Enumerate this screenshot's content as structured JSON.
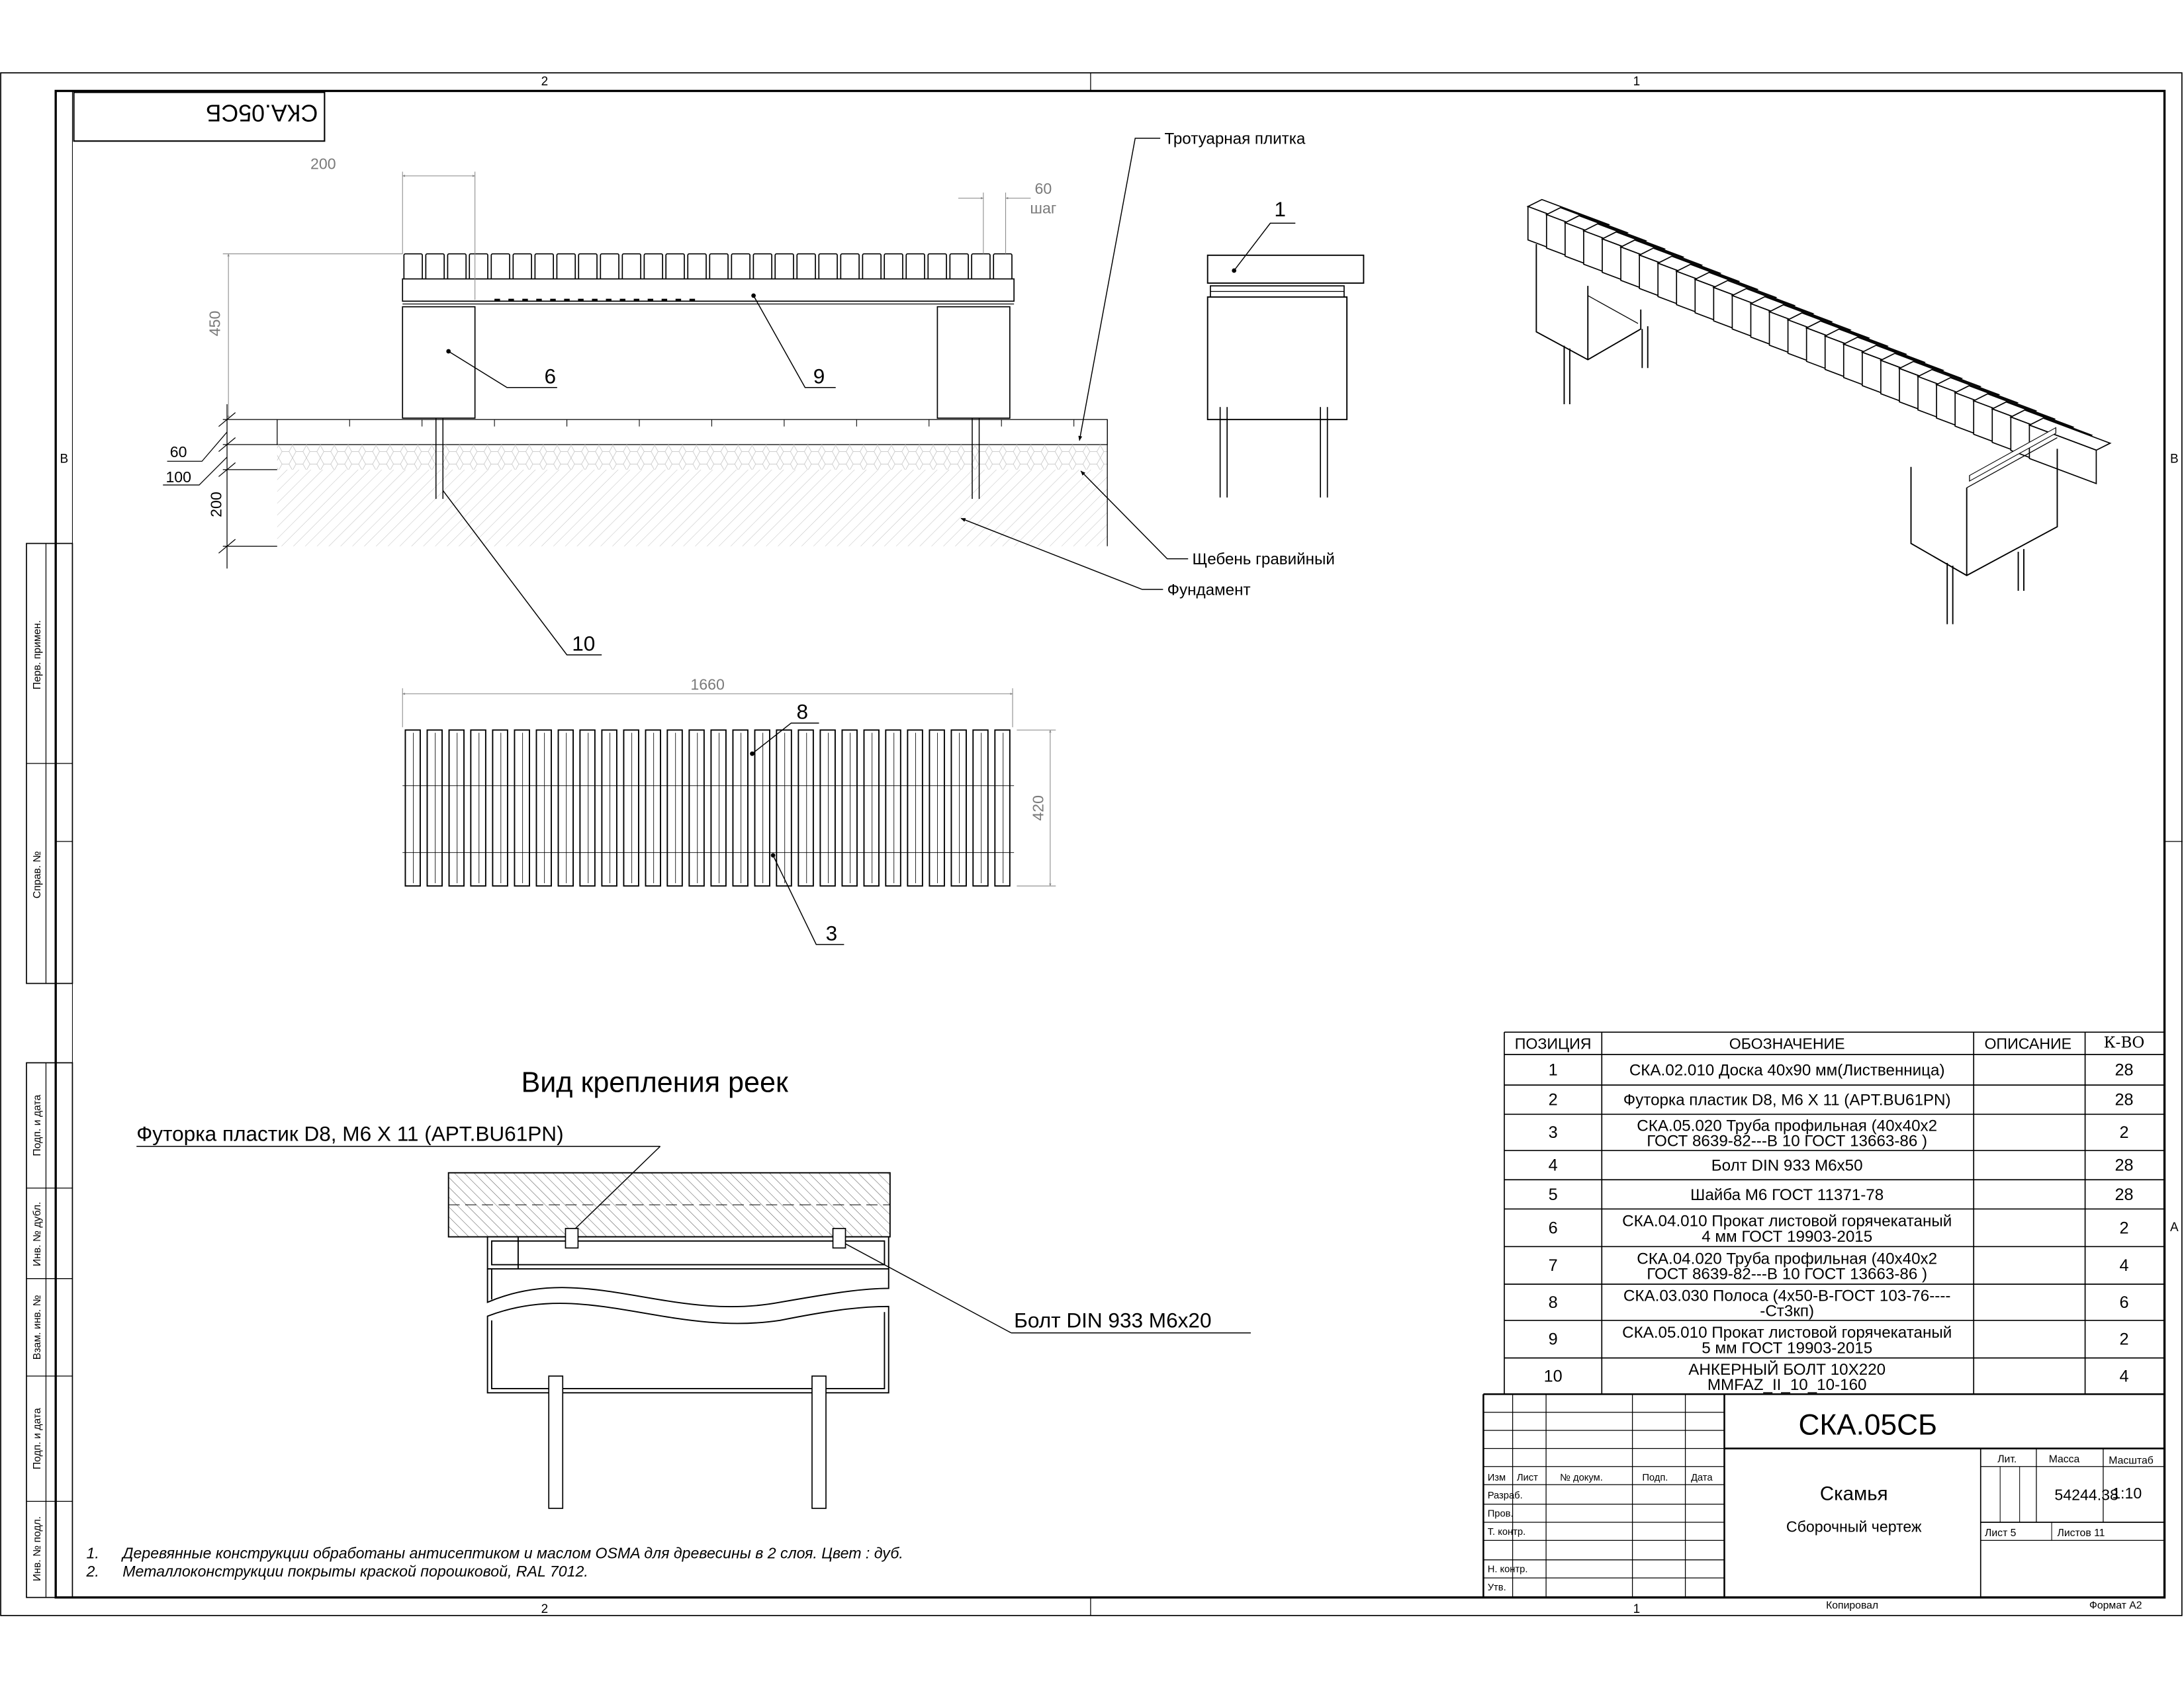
{
  "zones": {
    "top_left": "2",
    "top_right": "1",
    "bottom_left": "2",
    "bottom_right": "1",
    "left_b": "B",
    "right_b": "B",
    "right_a": "A"
  },
  "code_rotated": "СКА.05СБ",
  "front_view": {
    "dims": {
      "seat_overhang": "200",
      "pitch_value": "60",
      "pitch_word": "шаг",
      "height": "450",
      "paving_h": "60",
      "gravel_h": "100",
      "found_h": "200"
    },
    "callouts": {
      "p6": "6",
      "p9": "9",
      "p10": "10"
    },
    "layers": {
      "paving": "Тротуарная плитка",
      "gravel": "Щебень гравийный",
      "foundation": "Фундамент"
    }
  },
  "side_view": {
    "callout": "1"
  },
  "top_view": {
    "length": "1660",
    "width": "420",
    "callouts": {
      "p8": "8",
      "p3": "3"
    }
  },
  "detail": {
    "title": "Вид крепления реек",
    "insert_label": "Футорка пластик D8, M6 X 11 (APT.BU61PN)",
    "bolt_label": "Болт DIN 933 M6x20"
  },
  "notes": [
    {
      "num": "1.",
      "text": "Деревянные конструкции обработаны антисептиком и маслом OSMA для древесины в 2 слоя. Цвет : дуб."
    },
    {
      "num": "2.",
      "text": "Металлоконструкции покрыты краской порошковой, RAL 7012."
    }
  ],
  "left_margin": [
    "Перв. примен.",
    "Справ. №",
    "Подп. и дата",
    "Инв. № дубл.",
    "Взам. инв. №",
    "Подп. и дата",
    "Инв. № подл."
  ],
  "bom": {
    "headers": [
      "ПОЗИЦИЯ",
      "ОБОЗНАЧЕНИЕ",
      "ОПИСАНИЕ",
      "К-ВО"
    ],
    "rows": [
      {
        "pos": "1",
        "l1": "СКА.02.010 Доска 40х90 мм(Лиственница)",
        "l2": "",
        "qty": "28"
      },
      {
        "pos": "2",
        "l1": "Футорка пластик D8, M6 X 11 (APT.BU61PN)",
        "l2": "",
        "qty": "28"
      },
      {
        "pos": "3",
        "l1": "СКА.05.020 Труба профильная  (40х40х2",
        "l2": "ГОСТ 8639-82---В 10 ГОСТ 13663-86 )",
        "qty": "2"
      },
      {
        "pos": "4",
        "l1": "Болт DIN 933 M6x50",
        "l2": "",
        "qty": "28"
      },
      {
        "pos": "5",
        "l1": "Шайба М6 ГОСТ 11371-78",
        "l2": "",
        "qty": "28"
      },
      {
        "pos": "6",
        "l1": "СКА.04.010 Прокат листовой горячекатаный",
        "l2": "4 мм ГОСТ 19903-2015",
        "qty": "2"
      },
      {
        "pos": "7",
        "l1": "СКА.04.020 Труба профильная  (40х40х2",
        "l2": "ГОСТ 8639-82---В 10 ГОСТ 13663-86 )",
        "qty": "4"
      },
      {
        "pos": "8",
        "l1": "СКА.03.030 Полоса (4х50-В-ГОСТ 103-76----",
        "l2": "-Ст3кп)",
        "qty": "6"
      },
      {
        "pos": "9",
        "l1": "СКА.05.010 Прокат листовой горячекатаный",
        "l2": "5 мм ГОСТ 19903-2015",
        "qty": "2"
      },
      {
        "pos": "10",
        "l1": "АНКЕРНЫЙ БОЛТ 10Х220",
        "l2": "MMFAZ_II_10_10-160",
        "qty": "4"
      }
    ]
  },
  "title_block": {
    "code": "СКА.05СБ",
    "name": "Скамья",
    "doc_type": "Сборочный чертеж",
    "col_heads": {
      "izm": "Изм",
      "list": "Лист",
      "doc": "№ докум.",
      "sign": "Подп.",
      "date": "Дата"
    },
    "roles": [
      "Разраб.",
      "Пров.",
      "Т. контр.",
      "",
      "Н. контр.",
      "Утв."
    ],
    "lit": "Лит.",
    "mass_head": "Масса",
    "scale_head": "Масштаб",
    "mass": "54244.38",
    "scale": "1:10",
    "sheet": "Лист 5",
    "sheets": "Листов 11"
  },
  "footer": {
    "copied": "Копировал",
    "format": "Формат A2"
  }
}
